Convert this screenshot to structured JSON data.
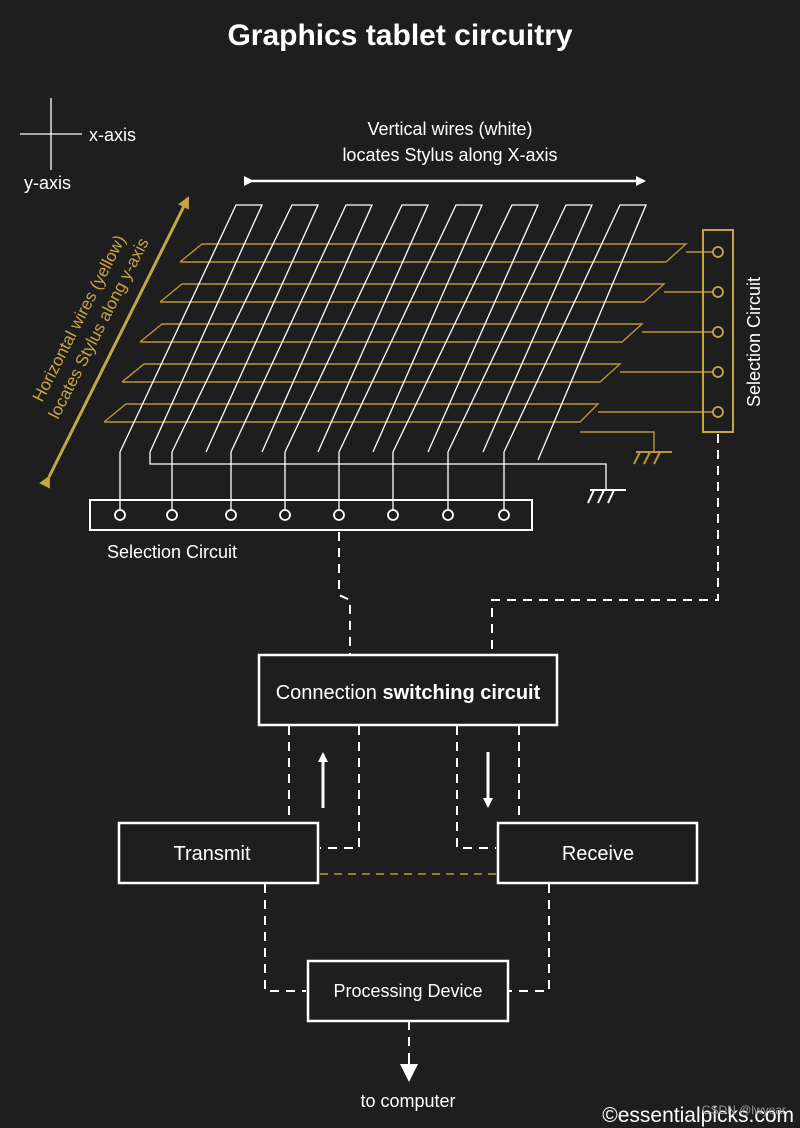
{
  "title": "Graphics tablet circuitry",
  "axes_legend": {
    "x_label": "x-axis",
    "y_label": "y-axis"
  },
  "vertical_wires": {
    "line1": "Vertical wires (white)",
    "line2": "locates Stylus along X-axis"
  },
  "horizontal_wires": {
    "line1": "Horizontal wires (yellow)",
    "line2": "locates Stylus along y-axis"
  },
  "selection_circuit_bottom": "Selection Circuit",
  "selection_circuit_right": "Selection Circuit",
  "switching": {
    "prefix": "Connection ",
    "bold": "switching circuit"
  },
  "transmit": "Transmit",
  "receive": "Receive",
  "processing": "Processing Device",
  "output": "to computer",
  "watermark": {
    "brand": "©essentialpicks.com",
    "overlay": "CSDN @lwyear"
  },
  "colors": {
    "background": "#1e1e1e",
    "white_wires": "#ffffff",
    "yellow_wires": "#b8963a"
  }
}
